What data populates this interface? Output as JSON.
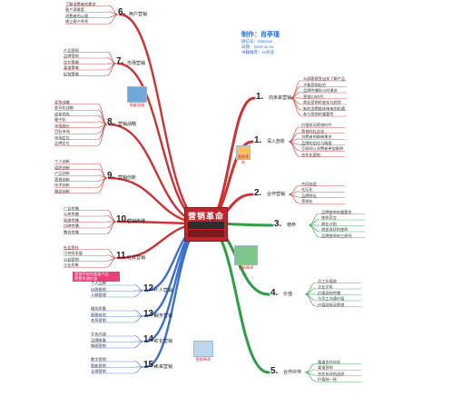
{
  "center": {
    "title": "营销革命"
  },
  "info": {
    "title": "制作：肖亭瑾",
    "lines": [
      "微信号：23xxxxx",
      "日期：2024-xx-xx",
      "书籍推荐：xx导读"
    ]
  },
  "pictures": [
    {
      "name": "book-cover-photo",
      "caption": "思维导图"
    },
    {
      "name": "orange-cover-photo",
      "caption": "营销革命"
    },
    {
      "name": "green-cover-photo",
      "caption": "营销革命"
    },
    {
      "name": "notebook-photo",
      "caption": "营销革命"
    }
  ],
  "branches": [
    {
      "num": "1.",
      "name": "向未来营销",
      "color": "#cc3333",
      "items": [
        "从顾客感受出发了解产品",
        "平衡营销组合",
        "品牌传播的与时俱进",
        "营销3.0时代",
        "商业营销的变化与趋势",
        "新的消费群体带来的机遇",
        "参与营销的重要性"
      ]
    },
    {
      "num": "1.",
      "name": "深入剖析",
      "color": "#cc3333",
      "items": [
        "价值驱动营销时代",
        "营销的社会化",
        "消费者的精神需求",
        "品牌的信任与情感",
        "互联网让消费者更加聪明",
        "合作化营销"
      ]
    },
    {
      "num": "2.",
      "name": "合作营销",
      "color": "#cc3333",
      "items": [
        "共同创造",
        "社区化",
        "品牌特征",
        "营销化"
      ]
    },
    {
      "num": "3.",
      "name": "使命",
      "color": "#2f9e44",
      "items": [
        "品牌使命的重要性",
        "使命宣言",
        "商业计划",
        "改变现状的使命",
        "品牌使命的三原则"
      ]
    },
    {
      "num": "4.",
      "name": "价值",
      "color": "#2f9e44",
      "items": [
        "员工价值观",
        "企业文化",
        "价值观的传播",
        "与员工沟通价值",
        "价值观驱动营销"
      ]
    },
    {
      "num": "5.",
      "name": "合作伙伴",
      "color": "#2f9e44",
      "items": [
        "渠道合作伙伴",
        "渠道营销",
        "合作伙伴的选择",
        "价值观一致"
      ]
    },
    {
      "num": "6.",
      "name": "用户营销",
      "color": "#cc3333",
      "items": [
        "了解消费者的需求",
        "客户满意度",
        "消费者的心理",
        "建立客户关系"
      ]
    },
    {
      "num": "7.",
      "name": "市场营销",
      "color": "#cc3333",
      "items": [
        "产品营销",
        "品牌营销",
        "定价策略",
        "渠道策略",
        "促销策略"
      ]
    },
    {
      "num": "8.",
      "name": "营销战略",
      "color": "#cc3333",
      "items": [
        "竞争战略",
        "差异化战略",
        "成本领先",
        "集中化",
        "市场细分",
        "目标市场",
        "市场定位",
        "品牌定位"
      ]
    },
    {
      "num": "9.",
      "name": "营销创新",
      "color": "#cc3333",
      "items": [
        "个人创新",
        "组织创新",
        "产品创新",
        "营销创新",
        "技术创新",
        "服务创新"
      ]
    },
    {
      "num": "10.",
      "name": "营销传播",
      "color": "#cc3333",
      "items": [
        "广告传播",
        "公关传播",
        "网络传播",
        "口碑传播",
        "整合传播"
      ]
    },
    {
      "num": "11.",
      "name": "社会营销",
      "color": "#cc3333",
      "items": [
        "社会责任",
        "可持续发展",
        "公益营销",
        "企业形象"
      ]
    },
    {
      "num": "12.",
      "name": "个人营销",
      "color": "#3b6fd0",
      "items": [
        "个人品牌",
        "自我推销",
        "人脉管理"
      ]
    },
    {
      "num": "13.",
      "name": "服务营销",
      "color": "#3b6fd0",
      "items": [
        "服务质量",
        "顾客体验",
        "关系营销"
      ]
    },
    {
      "num": "14.",
      "name": "文化营销",
      "color": "#3b6fd0",
      "items": [
        "文化内涵",
        "品牌故事",
        "情感营销"
      ]
    },
    {
      "num": "15.",
      "name": "未来营销",
      "color": "#3b6fd0",
      "items": [
        "数字营销",
        "智能营销",
        "全球营销"
      ]
    }
  ],
  "warning": {
    "lines": [
      "营销不仅仅是卖产品",
      "更是传递价值"
    ]
  }
}
